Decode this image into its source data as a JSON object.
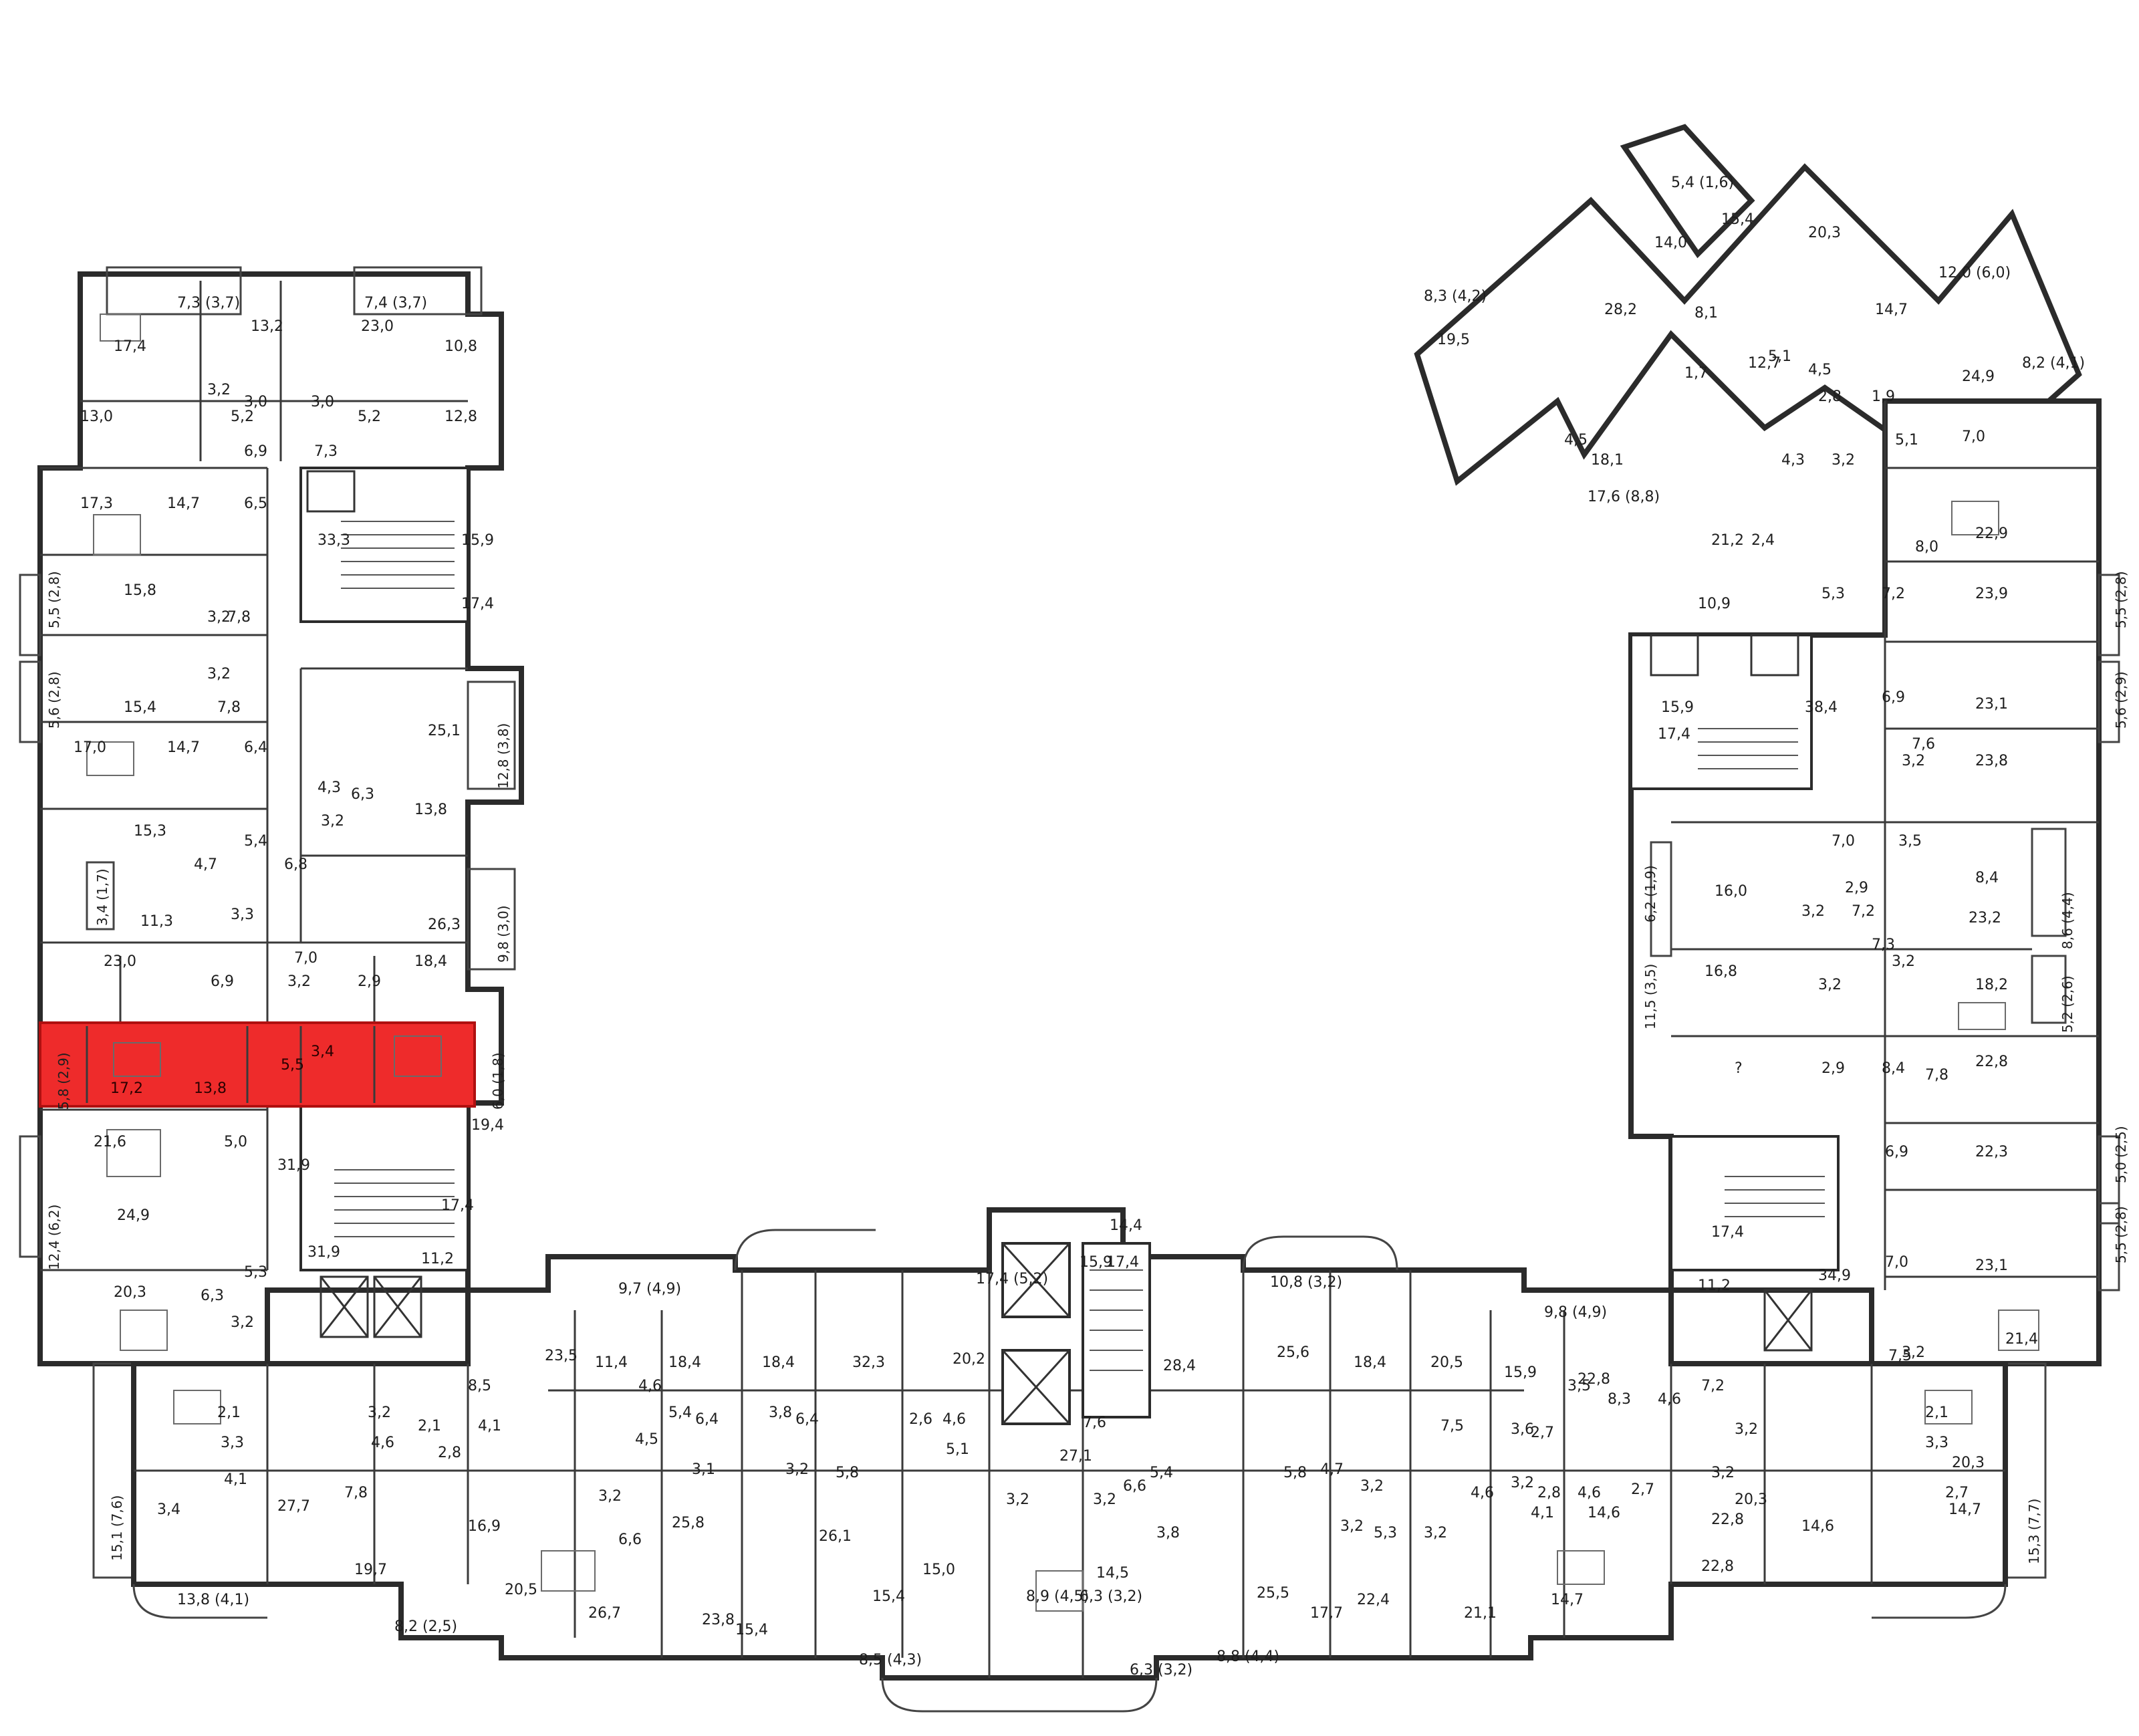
{
  "highlighted_unit": {
    "color": "#ee2b2b",
    "rooms": [
      "17,2",
      "13,8",
      "5,5",
      "3,4"
    ],
    "balconies": [
      "5,8 (2,9)",
      "6,0 (1,8)"
    ]
  },
  "west_wing": [
    "7,3 (3,7)",
    "7,4 (3,7)",
    "13,2",
    "23,0",
    "17,4",
    "10,8",
    "3,2",
    "3,0",
    "3,0",
    "5,2",
    "5,2",
    "13,0",
    "12,8",
    "6,9",
    "7,3",
    "17,3",
    "14,7",
    "6,5",
    "33,3",
    "15,9",
    "15,8",
    "3,2",
    "7,8",
    "17,4",
    "3,2",
    "15,4",
    "7,8",
    "17,0",
    "14,7",
    "6,4",
    "25,1",
    "4,3",
    "6,3",
    "13,8",
    "3,2",
    "15,3",
    "5,4",
    "4,7",
    "6,8",
    "11,3",
    "3,3",
    "26,3",
    "23,0",
    "7,0",
    "6,9",
    "3,2",
    "2,9",
    "18,4",
    "21,6",
    "5,0",
    "31,9",
    "19,4",
    "24,9",
    "17,4",
    "5,3",
    "31,9",
    "11,2",
    "20,3",
    "6,3",
    "3,2"
  ],
  "west_balconies": [
    "5,5 (2,8)",
    "5,6 (2,8)",
    "3,4 (1,7)",
    "12,8 (3,8)",
    "9,8 (3,0)",
    "12,4 (6,2)",
    "15,1 (7,6)"
  ],
  "east_wing": [
    "5,4 (1,6)",
    "15,4",
    "14,0",
    "20,3",
    "12,0 (6,0)",
    "8,3 (4,2)",
    "28,2",
    "8,1",
    "14,7",
    "19,5",
    "12,7",
    "5,1",
    "4,5",
    "24,9",
    "8,2 (4,1)",
    "1,7",
    "2,8",
    "1,9",
    "4,5",
    "18,1",
    "4,3",
    "3,2",
    "5,1",
    "7,0",
    "17,6 (8,8)",
    "21,2",
    "2,4",
    "8,0",
    "22,9",
    "5,3",
    "7,2",
    "23,9",
    "10,9",
    "15,9",
    "38,4",
    "6,9",
    "23,1",
    "17,4",
    "7,6",
    "3,2",
    "23,8",
    "7,0",
    "3,5",
    "16,0",
    "2,9",
    "8,4",
    "3,2",
    "7,2",
    "23,2",
    "7,3",
    "3,2",
    "16,8",
    "3,2",
    "18,2",
    "?",
    "2,9",
    "8,4",
    "7,8",
    "22,8",
    "6,9",
    "22,3",
    "17,4",
    "7,0",
    "23,1",
    "11,2",
    "34,9",
    "7,5",
    "3,2",
    "21,4"
  ],
  "east_balconies": [
    "5,5 (2,8)",
    "5,6 (2,9)",
    "6,2 (1,9)",
    "8,6 (4,4)",
    "11,5 (3,5)",
    "5,2 (2,6)",
    "5,0 (2,5)",
    "5,5 (2,8)",
    "15,3 (7,7)"
  ],
  "south_wing": [
    "9,7 (4,9)",
    "17,4 (5,2)",
    "14,4",
    "15,9",
    "17,4",
    "10,8 (3,2)",
    "9,8 (4,9)",
    "23,5",
    "11,4",
    "18,4",
    "18,4",
    "32,3",
    "20,2",
    "28,4",
    "25,6",
    "18,4",
    "20,5",
    "15,9",
    "22,8",
    "8,5",
    "4,6",
    "5,4",
    "6,4",
    "3,8",
    "6,4",
    "2,6",
    "4,6",
    "5,1",
    "27,1",
    "7,6",
    "8,3",
    "4,6",
    "3,5",
    "7,2",
    "2,1",
    "3,3",
    "3,2",
    "4,6",
    "2,1",
    "4,1",
    "4,5",
    "7,5",
    "3,6",
    "2,7",
    "3,2",
    "2,1",
    "3,3",
    "20,3",
    "2,8",
    "3,1",
    "3,2",
    "5,8",
    "5,4",
    "5,8",
    "4,7",
    "3,2",
    "3,2",
    "2,8",
    "4,6",
    "2,7",
    "3,2",
    "20,3",
    "2,7",
    "4,1",
    "7,8",
    "3,2",
    "6,6",
    "3,2",
    "3,2",
    "6,6",
    "3,8",
    "3,2",
    "5,3",
    "3,2",
    "4,6",
    "4,1",
    "14,6",
    "22,8",
    "3,4",
    "27,7",
    "16,9",
    "25,8",
    "26,1",
    "15,0",
    "14,5",
    "25,5",
    "17,7",
    "22,4",
    "21,1",
    "14,7",
    "22,8",
    "14,6",
    "14,7",
    "19,7",
    "20,5",
    "26,7",
    "23,8",
    "15,4",
    "15,4",
    "8,9 (4,5)",
    "6,3 (3,2)",
    "13,8 (4,1)",
    "8,2 (2,5)",
    "8,5 (4,3)",
    "6,3 (3,2)",
    "8,8 (4,4)"
  ]
}
